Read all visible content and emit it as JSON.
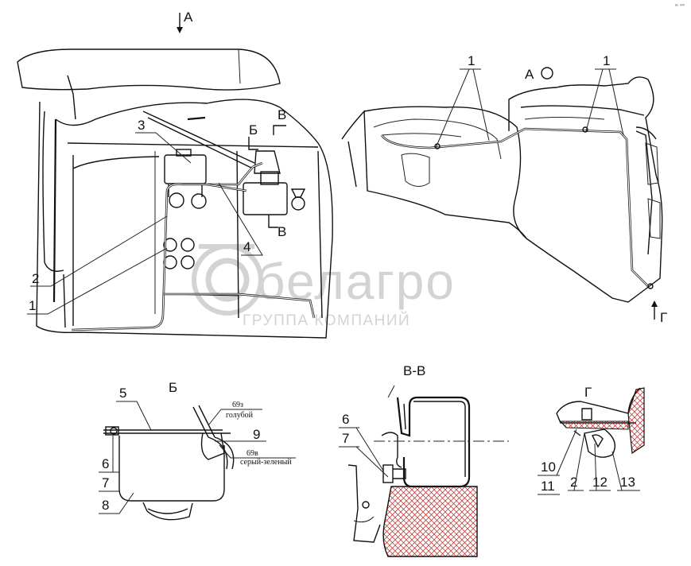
{
  "corner_mark": "ᵃⁿ ᵛᵛᵛ",
  "watermark": {
    "brand": "белагро",
    "tagline": "ГРУППА КОМПАНИЙ"
  },
  "main_view": {
    "view_arrow": "А",
    "section_b": "Б",
    "section_v_top": "В",
    "section_v_bottom": "В",
    "callouts": [
      "1",
      "2",
      "3",
      "4"
    ]
  },
  "view_a": {
    "title": "А",
    "callouts": [
      "1",
      "1"
    ],
    "view_arrow_g": "Г"
  },
  "detail_b": {
    "title": "Б",
    "callouts": [
      "5",
      "6",
      "7",
      "8",
      "9"
    ],
    "wire_1_code": "69з",
    "wire_1_color": "голубой",
    "wire_2_code": "69в",
    "wire_2_color": "серый-зеленый"
  },
  "section_vv": {
    "title": "В-В",
    "callouts": [
      "6",
      "7"
    ]
  },
  "view_g": {
    "title": "Г",
    "callouts": [
      "10",
      "11",
      "2",
      "12",
      "13"
    ]
  }
}
